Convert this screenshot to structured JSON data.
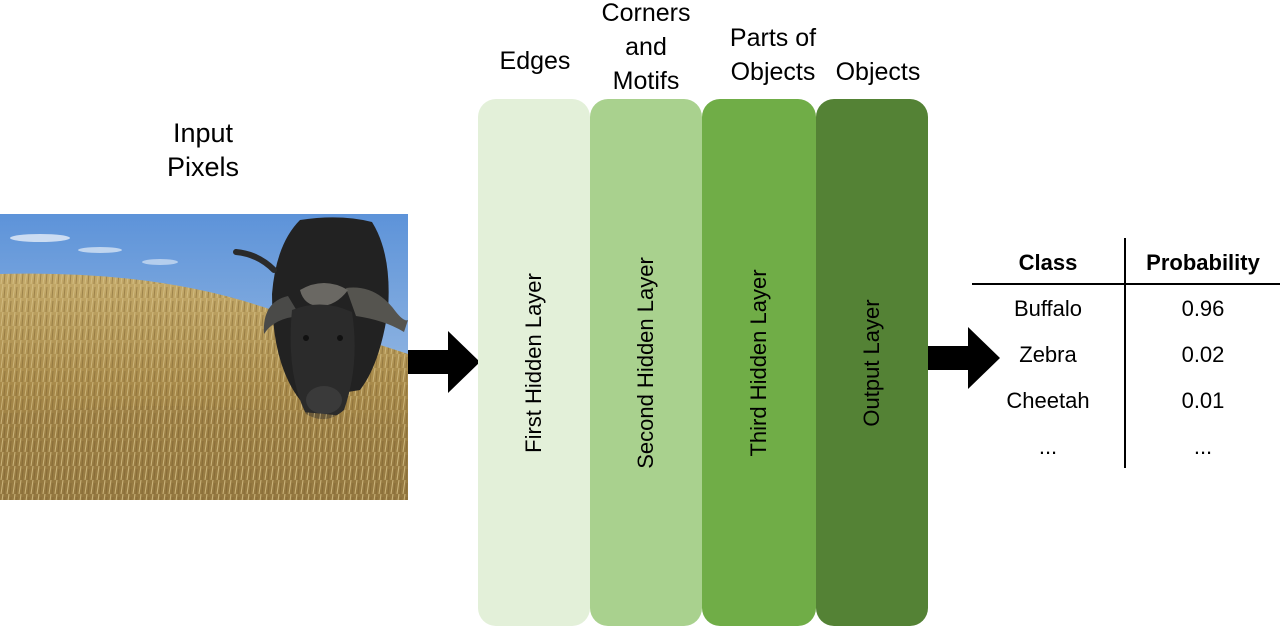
{
  "input": {
    "label_line1": "Input",
    "label_line2": "Pixels"
  },
  "layers": [
    {
      "name": "First Hidden Layer",
      "feature_lines": [
        "Edges"
      ],
      "color": "#e3f0d9"
    },
    {
      "name": "Second Hidden Layer",
      "feature_lines": [
        "Corners",
        "and",
        "Motifs"
      ],
      "color": "#a9d18e"
    },
    {
      "name": "Third Hidden Layer",
      "feature_lines": [
        "Parts of",
        "Objects"
      ],
      "color": "#70ad47"
    },
    {
      "name": "Output Layer",
      "feature_lines": [
        "Objects"
      ],
      "color": "#548235"
    }
  ],
  "output_table": {
    "headers": [
      "Class",
      "Probability"
    ],
    "rows": [
      [
        "Buffalo",
        "0.96"
      ],
      [
        "Zebra",
        "0.02"
      ],
      [
        "Cheetah",
        "0.01"
      ],
      [
        "...",
        "..."
      ]
    ]
  },
  "colors": {
    "arrow": "#000000",
    "sky": "#6a9bd8",
    "grass": "#b89a55",
    "buffalo": "#262626"
  },
  "icons": {
    "arrow": "right-arrow-icon"
  }
}
